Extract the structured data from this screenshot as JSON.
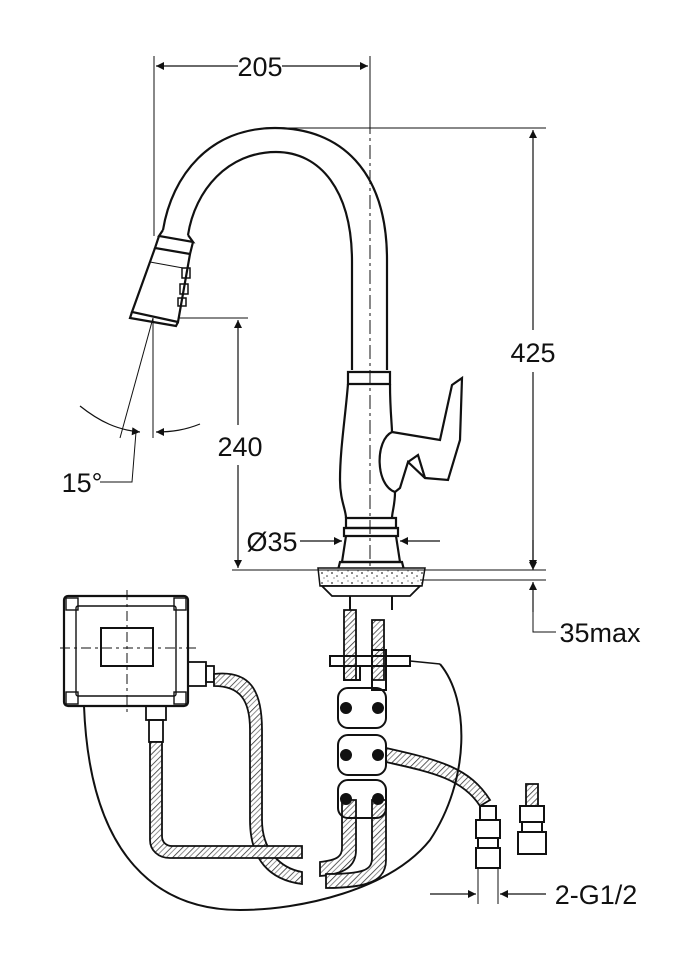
{
  "drawing": {
    "dimensions": {
      "reach": "205",
      "height": "425",
      "spout_height": "240",
      "spray_angle": "15°",
      "base_diameter": "Ø35",
      "deck_thickness": "35max",
      "connections": "2-G1/2"
    }
  },
  "colors": {
    "line": "#111111",
    "background": "#ffffff"
  }
}
